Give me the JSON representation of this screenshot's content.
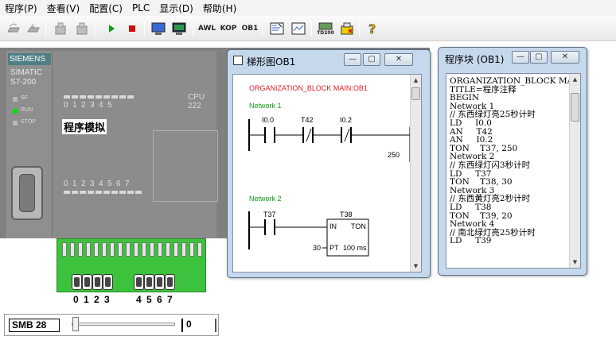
{
  "menu": [
    "程序(P)",
    "查看(V)",
    "配置(C)",
    "PLC",
    "显示(D)",
    "帮助(H)"
  ],
  "toolbar": {
    "awl": "AWL",
    "kop": "KOP",
    "ob1": "OB1",
    "td200": "TD200"
  },
  "plc": {
    "brand": "SIEMENS",
    "model_line1": "SIMATIC",
    "model_line2": "S7-200",
    "leds": [
      "SF",
      "RUN",
      "STOP"
    ],
    "cpu": "CPU 222",
    "program_sim": "程序模拟",
    "input_numbers": [
      "0",
      "1",
      "2",
      "3",
      "4",
      "5"
    ],
    "output_numbers": [
      "0",
      "1",
      "2",
      "3",
      "4",
      "5",
      "6",
      "7"
    ]
  },
  "terminal_numbers": [
    "0",
    "1",
    "2",
    "3",
    "4",
    "5",
    "6",
    "7"
  ],
  "smb": {
    "label": "SMB 28",
    "value": "0",
    "level": 0
  },
  "ladder_window": {
    "title": "梯形图OB1",
    "org_block": "ORGANIZATION_BLOCK MAIN:OB1",
    "network1": "Network 1",
    "network1_contacts": [
      "I0.0",
      "T42",
      "I0.2"
    ],
    "network1_right_value": "250",
    "network2": "Network 2",
    "network2_contact": "T37",
    "timer_name": "T38",
    "timer_in": "IN",
    "timer_type": "TON",
    "timer_pt": "PT",
    "timer_pt_value": "30",
    "timer_unit": "100 ms"
  },
  "program_window": {
    "title": "程序块 (OB1)",
    "lines": [
      "ORGANIZATION_BLOCK MAIN:",
      "TITLE=程序注释",
      "BEGIN",
      "Network 1",
      "// 东西绿灯亮25秒计时",
      "LD     I0.0",
      "AN     T42",
      "AN     I0.2",
      "TON    T37, 250",
      "Network 2",
      "// 东西绿灯闪3秒计时",
      "LD     T37",
      "TON    T38, 30",
      "Network 3",
      "// 东西黄灯亮2秒计时",
      "LD     T38",
      "TON    T39, 20",
      "Network 4",
      "// 南北绿灯亮25秒计时",
      "LD     T39"
    ]
  },
  "colors": {
    "plc_grey": "#808080",
    "strip_green": "#3cc23c",
    "run_led": "#00e000",
    "org_red": "#e02020",
    "network_green": "#119911"
  }
}
